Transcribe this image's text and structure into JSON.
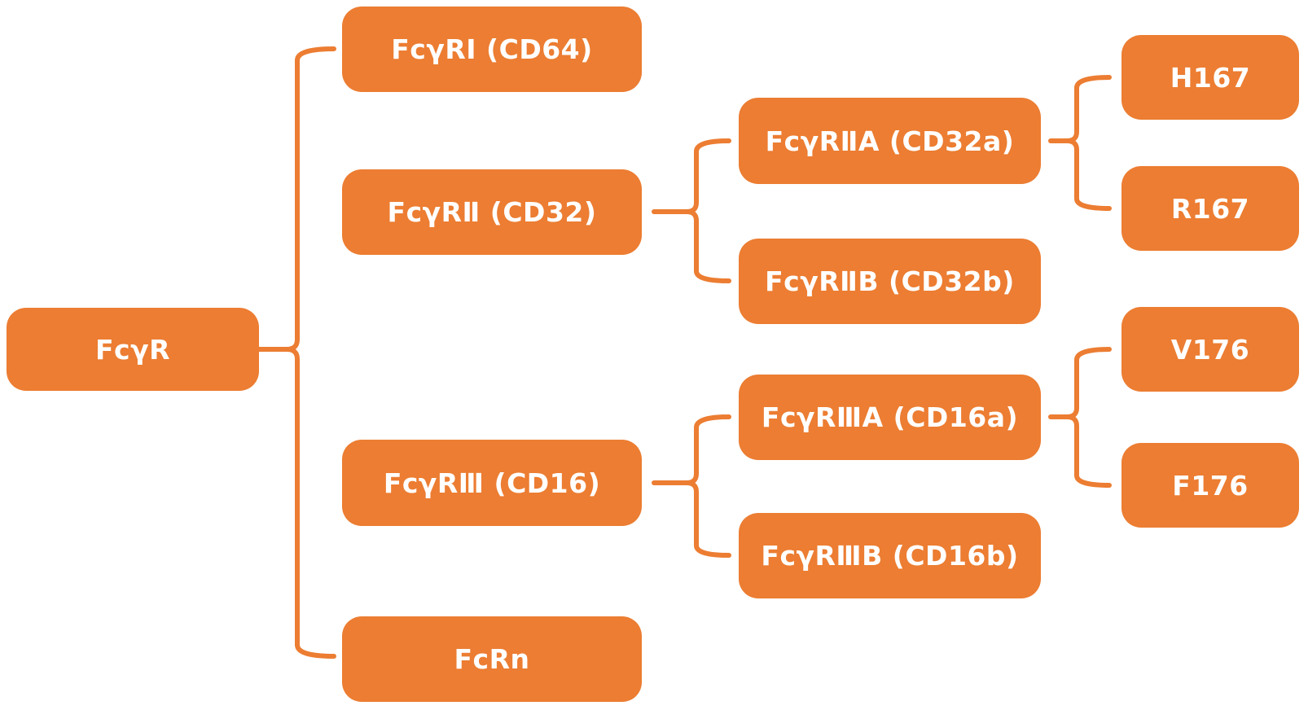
{
  "diagram_title": "",
  "colors": {
    "node_fill": "#EC7D32",
    "node_text": "#FFFFFF",
    "connector": "#EC7D32",
    "background": "#FFFFFF"
  },
  "tree": {
    "root": {
      "label": "FcγR",
      "children": [
        {
          "label": "FcγRⅠ (CD64)",
          "children": []
        },
        {
          "label": "FcγRⅡ (CD32)",
          "children": [
            {
              "label": "FcγRⅡA (CD32a)",
              "children": [
                {
                  "label": "H167"
                },
                {
                  "label": "R167"
                }
              ]
            },
            {
              "label": "FcγRⅡB (CD32b)",
              "children": []
            }
          ]
        },
        {
          "label": "FcγRⅢ (CD16)",
          "children": [
            {
              "label": "FcγRⅢA (CD16a)",
              "children": [
                {
                  "label": "V176"
                },
                {
                  "label": "F176"
                }
              ]
            },
            {
              "label": "FcγRⅢB (CD16b)",
              "children": []
            }
          ]
        },
        {
          "label": "FcRn",
          "children": []
        }
      ]
    }
  }
}
